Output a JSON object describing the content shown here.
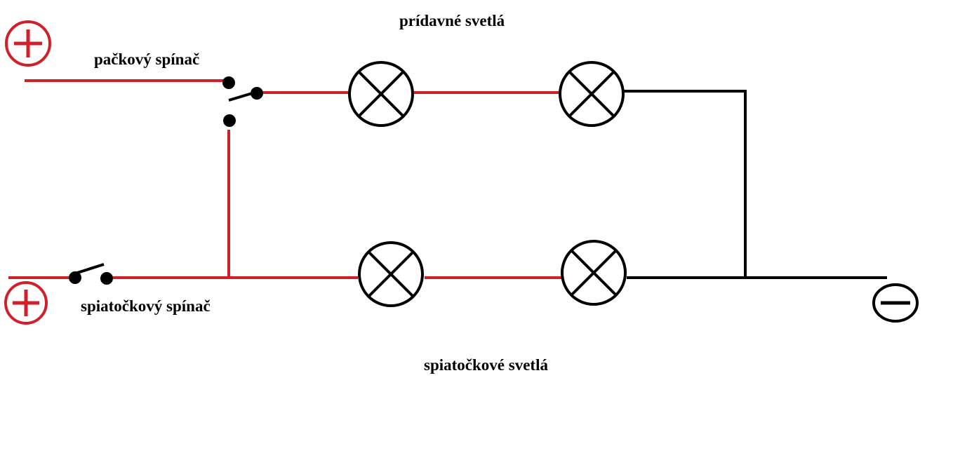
{
  "labels": {
    "lever_switch": "pačkový spínač",
    "extra_lights": "prídavné svetlá",
    "reverse_switch": "spiatočkový spínač",
    "reverse_lights": "spiatočkové svetlá"
  },
  "colors": {
    "positive_wire": "#d0202a",
    "ground_wire": "#000000",
    "positive_symbol": "#d0202a",
    "negative_symbol": "#000000"
  }
}
